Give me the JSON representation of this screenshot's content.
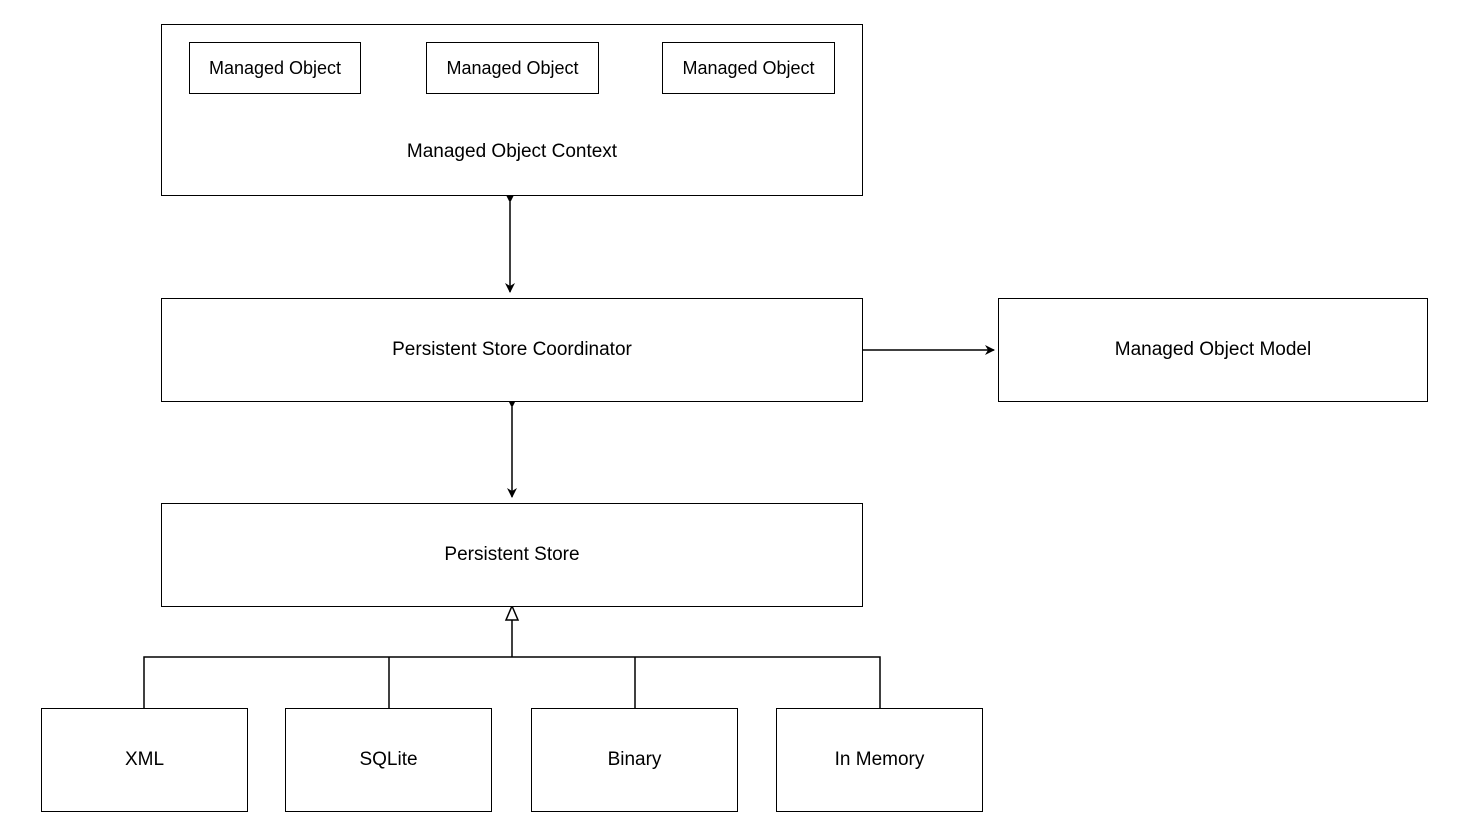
{
  "managed_object_context": {
    "label": "Managed Object Context",
    "managed_objects": [
      "Managed Object",
      "Managed Object",
      "Managed Object"
    ]
  },
  "coordinator": {
    "label": "Persistent Store Coordinator"
  },
  "model": {
    "label": "Managed Object Model"
  },
  "store": {
    "label": "Persistent Store"
  },
  "store_types": [
    "XML",
    "SQLite",
    "Binary",
    "In Memory"
  ],
  "edges": [
    {
      "from": "Managed Object Context",
      "to": "Persistent Store Coordinator",
      "type": "bidirectional"
    },
    {
      "from": "Persistent Store Coordinator",
      "to": "Managed Object Model",
      "type": "directed"
    },
    {
      "from": "Persistent Store Coordinator",
      "to": "Persistent Store",
      "type": "bidirectional"
    },
    {
      "from": [
        "XML",
        "SQLite",
        "Binary",
        "In Memory"
      ],
      "to": "Persistent Store",
      "type": "inheritance"
    }
  ]
}
